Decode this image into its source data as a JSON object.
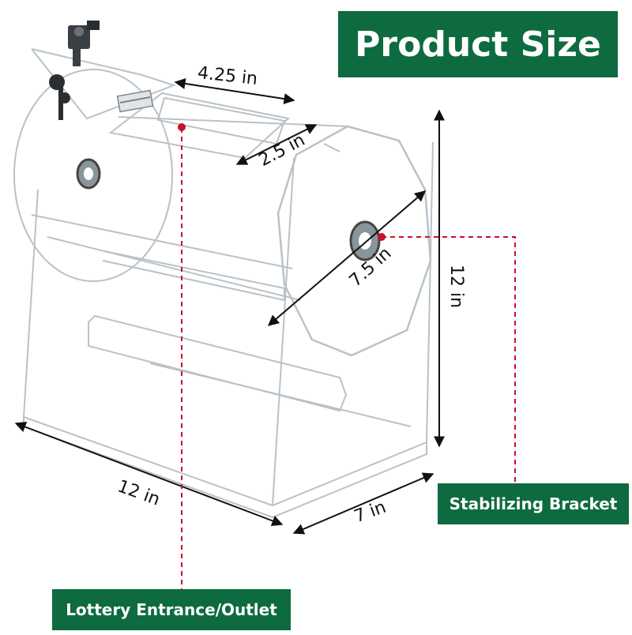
{
  "title": "Product Size",
  "labels": {
    "stabilizing_bracket": "Stabilizing Bracket",
    "lottery_entrance": "Lottery Entrance/Outlet"
  },
  "dimensions": {
    "door_width": "4.25 in",
    "door_depth": "2.5 in",
    "drum_diameter": "7.5 in",
    "height": "12 in",
    "length": "12 in",
    "depth": "7 in"
  },
  "colors": {
    "banner_green": "#0e6b3f",
    "pointer_red": "#c8102e",
    "acrylic_edge": "#b9c2c8"
  },
  "icons": [
    "lock-icon",
    "key-icon",
    "hinge-icon"
  ]
}
